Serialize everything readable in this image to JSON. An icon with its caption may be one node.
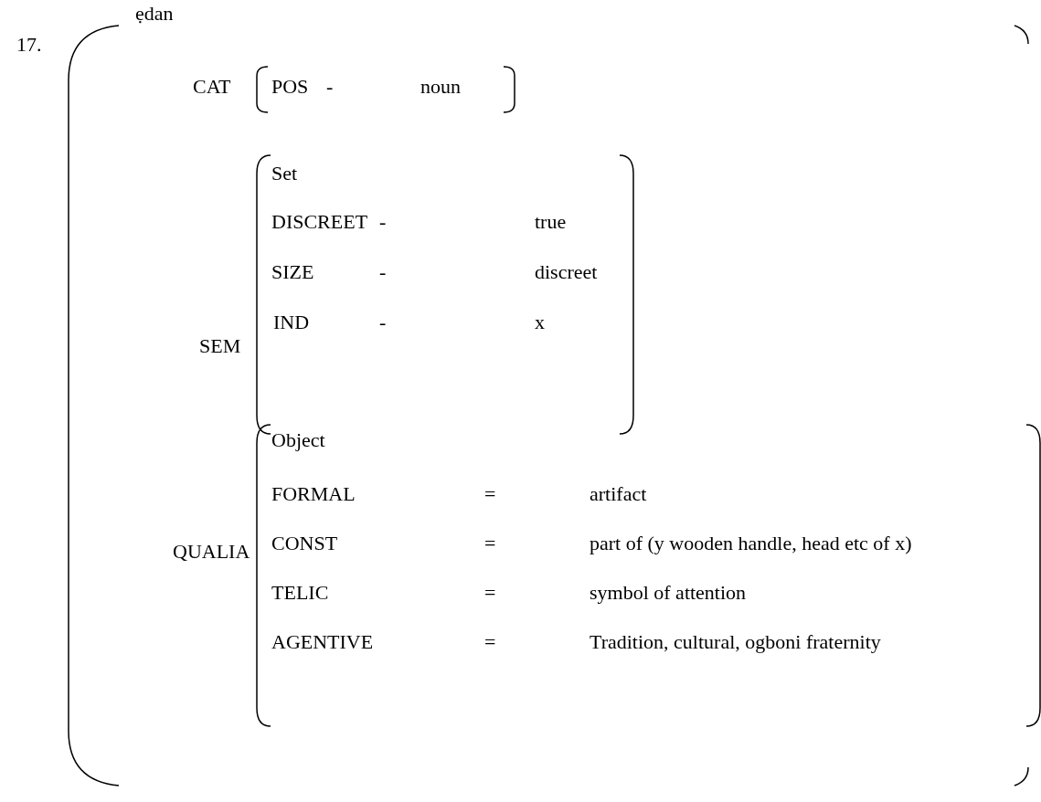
{
  "diagram": {
    "nodes": [
      {
        "text": [
          "ẹdan",
          "CAT",
          "SEM",
          "QUALIA"
        ]
      },
      {
        "text": [
          "POS",
          "-",
          "noun"
        ],
        "in": 0
      },
      {
        "text": [
          "Set",
          "DISCREET",
          "-",
          "true",
          "SIZE",
          "-",
          "discreet",
          "IND",
          "-",
          "x"
        ],
        "in": 0
      },
      {
        "text": [
          "Object",
          "FORMAL",
          "=",
          "artifact",
          "CONST",
          "=",
          "part of (y wooden handle, head etc of x)",
          "TELIC",
          "=",
          "symbol of attention",
          "AGENTIVE",
          "=",
          "Tradition, cultural, ogboni fraternity"
        ],
        "in": 0
      }
    ],
    "labels": [
      "17."
    ]
  }
}
